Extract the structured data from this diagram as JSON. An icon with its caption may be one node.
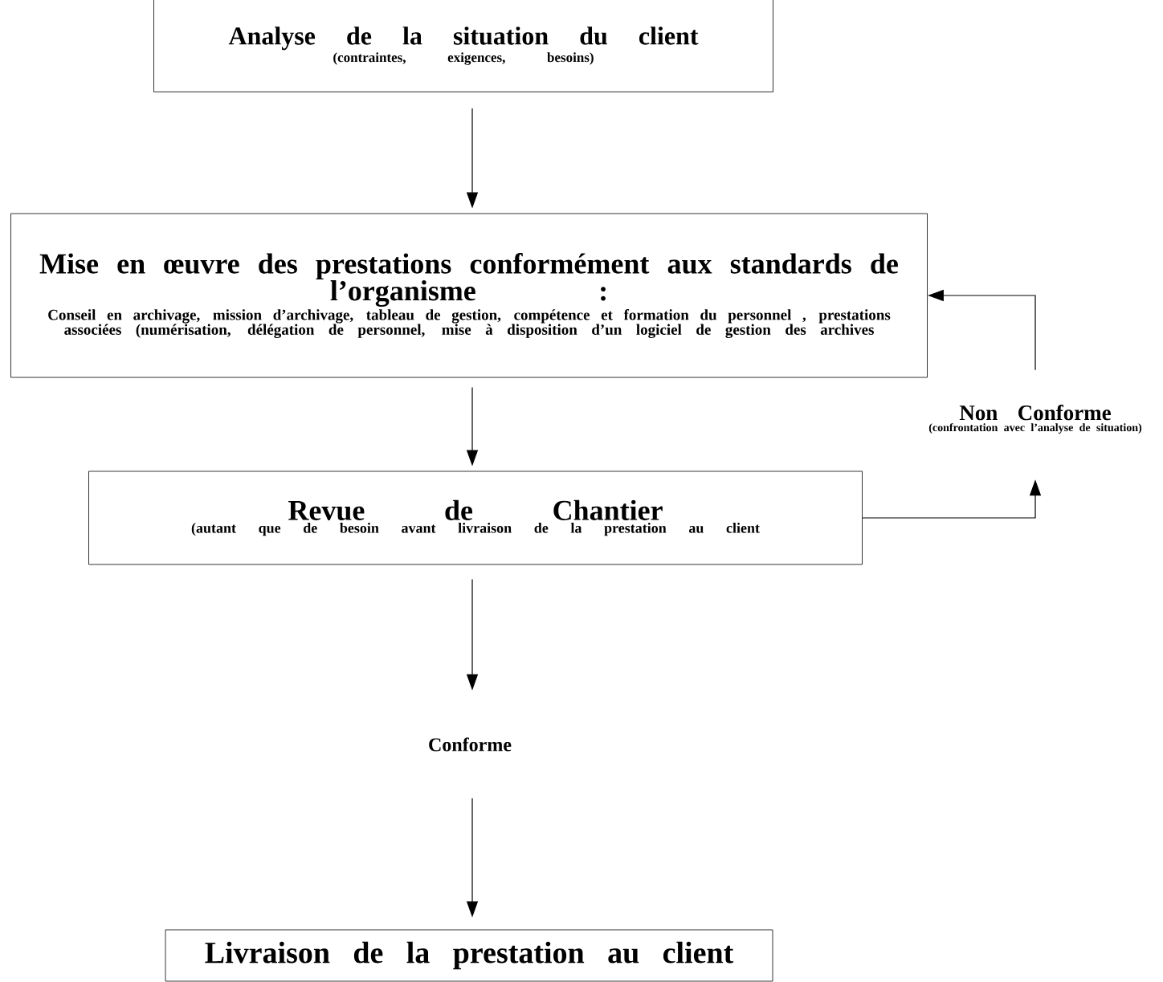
{
  "diagram": {
    "nodes": [
      {
        "text": [
          "Analyse de la situation du client",
          "(contraintes, exigences, besoins)"
        ]
      },
      {
        "text": [
          "Mise en œuvre des prestations conformément aux standards de l’organisme :",
          "Conseil en archivage, mission d’archivage, tableau de gestion, compétence et formation du personnel , prestations associées (numérisation, délégation de personnel, mise à disposition d’un logiciel de gestion des archives"
        ]
      },
      {
        "text": [
          "Revue de Chantier",
          "(autant que de besoin avant livraison de la prestation au client"
        ]
      },
      {
        "text": [
          "Non Conforme",
          "(confrontation avec l’analyse de situation)"
        ]
      },
      {
        "text": [
          "Conforme"
        ]
      },
      {
        "text": [
          "Livraison de la prestation au client"
        ]
      }
    ],
    "edges": [
      {
        "from": 0,
        "to": 1,
        "arrow": "to"
      },
      {
        "from": 1,
        "to": 2,
        "arrow": "to"
      },
      {
        "from": 2,
        "to": 3,
        "arrow": "to"
      },
      {
        "from": 3,
        "to": 1,
        "arrow": "to"
      },
      {
        "from": 2,
        "to": 4,
        "arrow": "to"
      },
      {
        "from": 4,
        "to": 5,
        "arrow": "to"
      }
    ]
  }
}
